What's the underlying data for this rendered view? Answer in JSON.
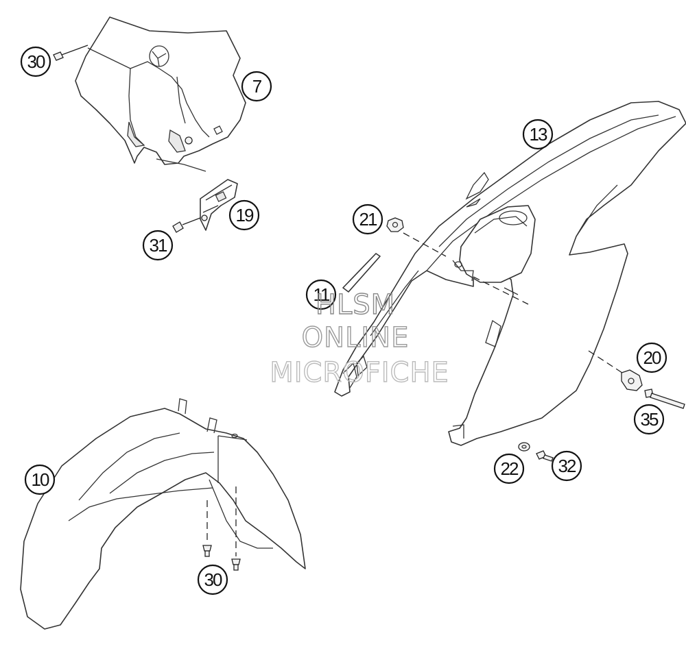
{
  "callouts": [
    {
      "label": "30"
    },
    {
      "label": "7"
    },
    {
      "label": "19"
    },
    {
      "label": "31"
    },
    {
      "label": "13"
    },
    {
      "label": "21"
    },
    {
      "label": "11"
    },
    {
      "label": "20"
    },
    {
      "label": "35"
    },
    {
      "label": "22"
    },
    {
      "label": "32"
    },
    {
      "label": "10"
    },
    {
      "label": "30"
    }
  ],
  "watermark": {
    "line1": "HLSM",
    "line2": "ONLINE",
    "line3": "MICROFICHE"
  },
  "colors": {
    "line": "#333333",
    "background": "#ffffff",
    "watermark": "#aaaaaa"
  }
}
